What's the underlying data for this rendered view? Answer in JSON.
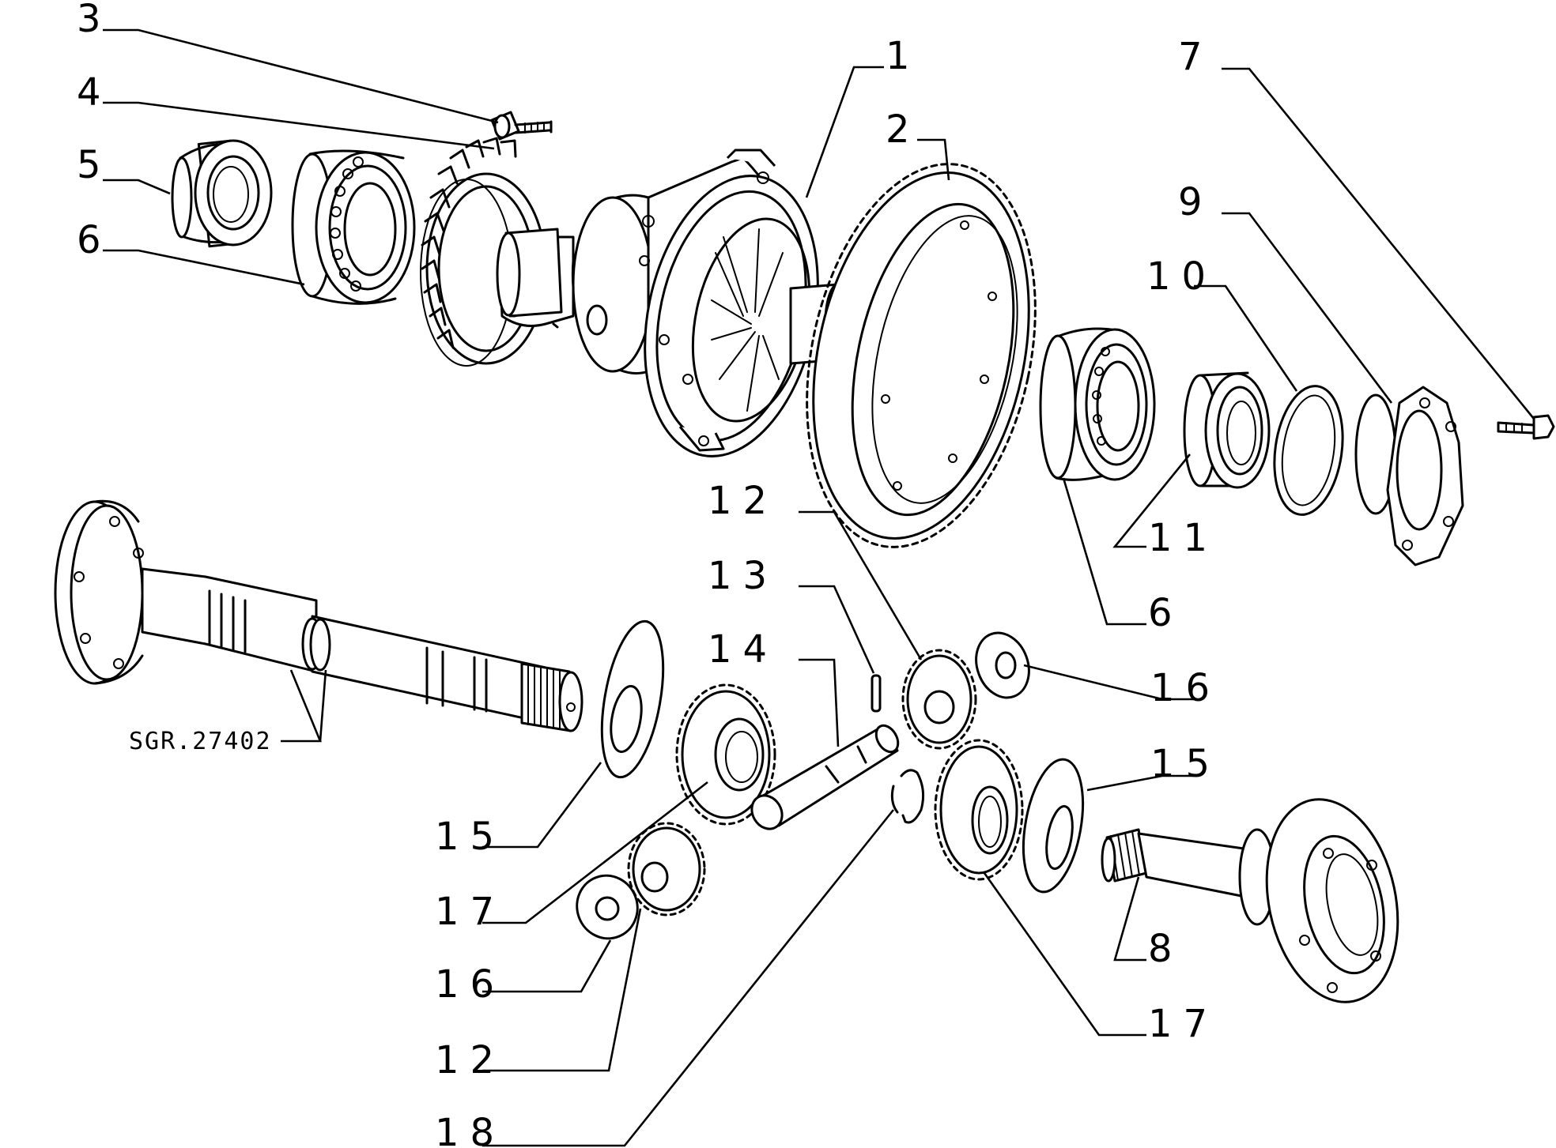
{
  "diagram": {
    "reference_code": "SGR.27402",
    "callouts": [
      {
        "id": "c3",
        "label": "3"
      },
      {
        "id": "c4",
        "label": "4"
      },
      {
        "id": "c5",
        "label": "5"
      },
      {
        "id": "c6a",
        "label": "6"
      },
      {
        "id": "c1",
        "label": "1"
      },
      {
        "id": "c2",
        "label": "2"
      },
      {
        "id": "c7",
        "label": "7"
      },
      {
        "id": "c9",
        "label": "9"
      },
      {
        "id": "c10",
        "label": "10"
      },
      {
        "id": "c11",
        "label": "11"
      },
      {
        "id": "c6b",
        "label": "6"
      },
      {
        "id": "c12a",
        "label": "12"
      },
      {
        "id": "c13",
        "label": "13"
      },
      {
        "id": "c14",
        "label": "14"
      },
      {
        "id": "c16a",
        "label": "16"
      },
      {
        "id": "c15a",
        "label": "15"
      },
      {
        "id": "c15b",
        "label": "15"
      },
      {
        "id": "c17a",
        "label": "17"
      },
      {
        "id": "c16b",
        "label": "16"
      },
      {
        "id": "c12b",
        "label": "12"
      },
      {
        "id": "c18",
        "label": "18"
      },
      {
        "id": "c8",
        "label": "8"
      },
      {
        "id": "c17b",
        "label": "17"
      }
    ]
  }
}
